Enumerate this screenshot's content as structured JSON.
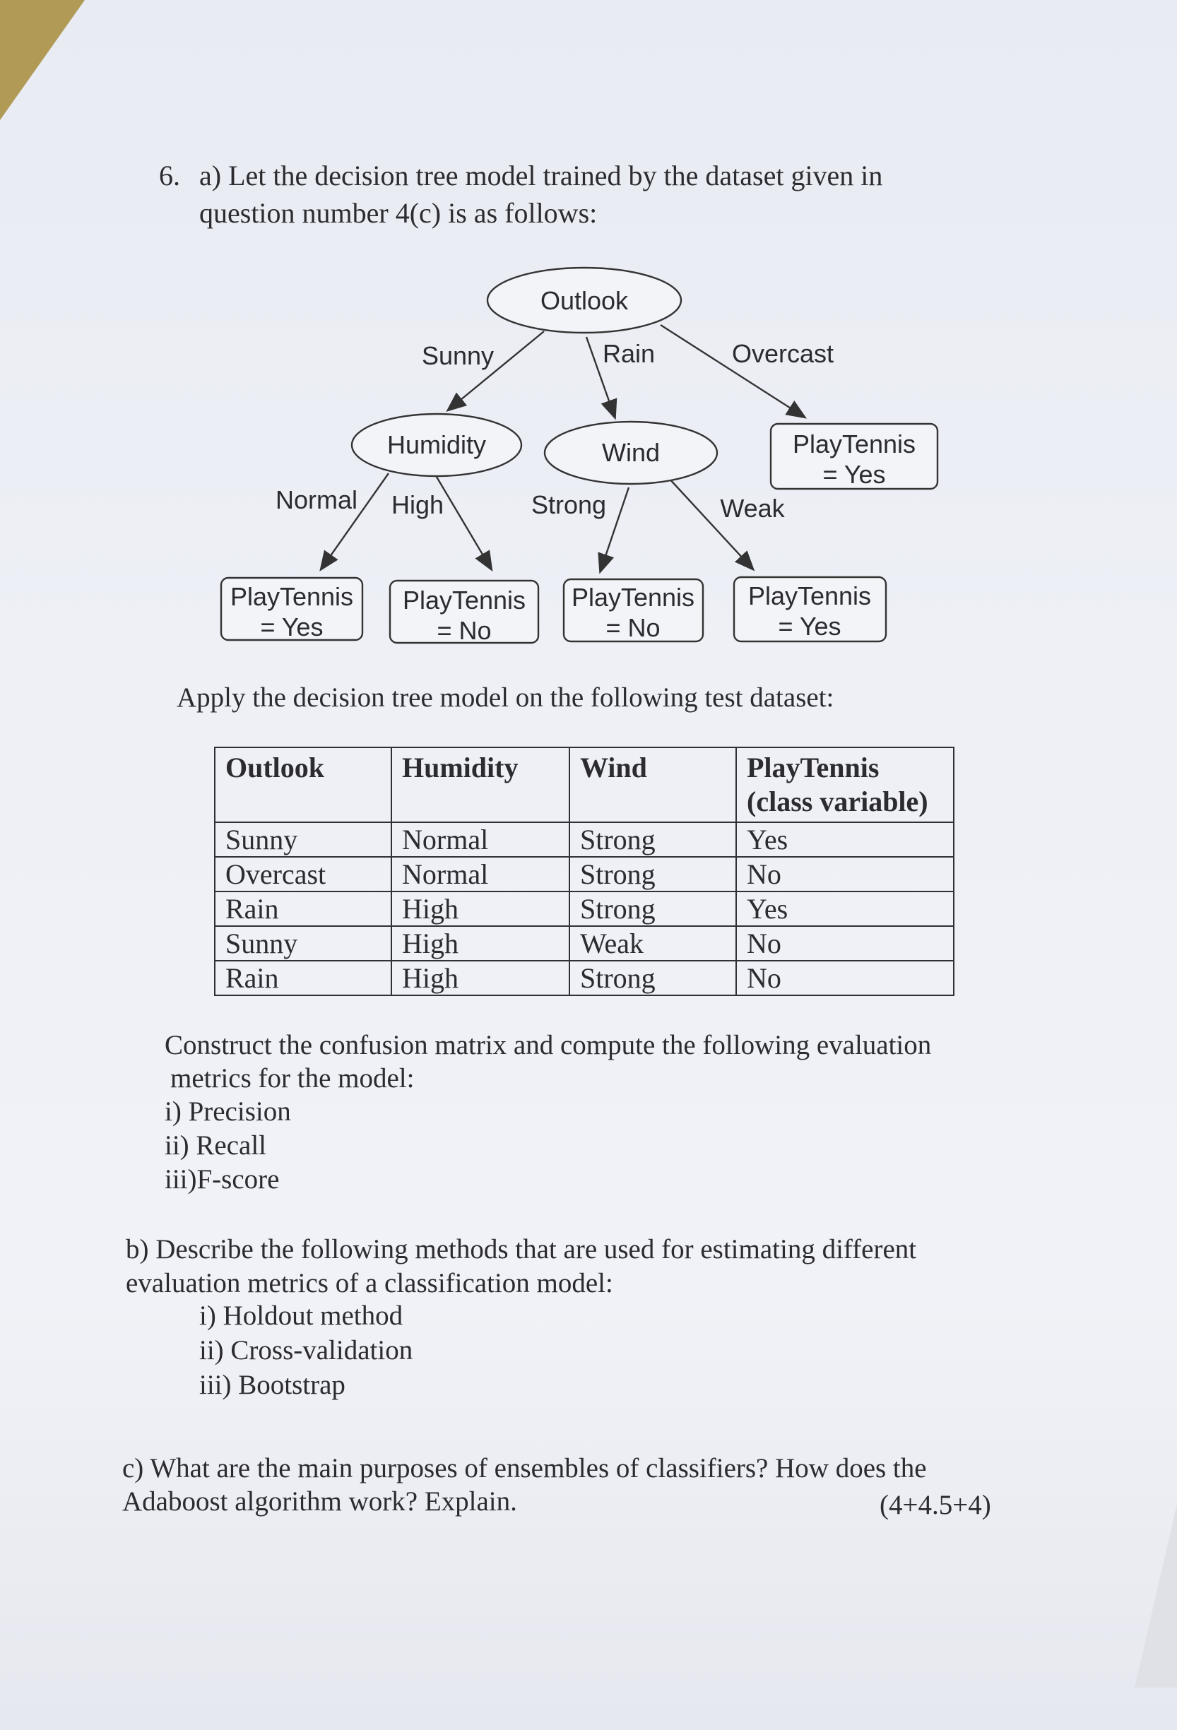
{
  "question": {
    "number": "6.",
    "part_a": {
      "line1": "a) Let the decision tree model trained by the dataset given in",
      "line2": "question number 4(c) is as follows:",
      "apply_text": "Apply the decision tree model on the following test dataset:",
      "construct_line1": "Construct the confusion matrix and compute the following evaluation",
      "construct_line2": "metrics for the model:",
      "metrics": [
        "i)  Precision",
        "ii) Recall",
        "iii)F-score"
      ]
    },
    "part_b": {
      "line1": "b) Describe the following methods that are used for estimating different",
      "line2": "evaluation metrics of a classification model:",
      "methods": [
        "i) Holdout method",
        "ii) Cross-validation",
        "iii) Bootstrap"
      ]
    },
    "part_c": {
      "line1": "c) What are the main purposes of ensembles of classifiers? How does the",
      "line2": "Adaboost algorithm work? Explain.",
      "marks": "(4+4.5+4)"
    }
  },
  "tree": {
    "root": "Outlook",
    "humidity": "Humidity",
    "wind": "Wind",
    "edges": {
      "sunny": "Sunny",
      "rain": "Rain",
      "overcast": "Overcast",
      "normal": "Normal",
      "high": "High",
      "strong": "Strong",
      "weak": "Weak"
    },
    "leaves": {
      "overcast": [
        "PlayTennis",
        "= Yes"
      ],
      "normal": [
        "PlayTennis",
        "= Yes"
      ],
      "high": [
        "PlayTennis",
        "= No"
      ],
      "strong": [
        "PlayTennis",
        "= No"
      ],
      "weak": [
        "PlayTennis",
        "= Yes"
      ]
    }
  },
  "test_table": {
    "headers": [
      "Outlook",
      "Humidity",
      "Wind",
      "PlayTennis"
    ],
    "header_sub": "(class variable)",
    "rows": [
      [
        "Sunny",
        "Normal",
        "Strong",
        "Yes"
      ],
      [
        "Overcast",
        "Normal",
        "Strong",
        "No"
      ],
      [
        "Rain",
        "High",
        "Strong",
        "Yes"
      ],
      [
        "Sunny",
        "High",
        "Weak",
        "No"
      ],
      [
        "Rain",
        "High",
        "Strong",
        "No"
      ]
    ]
  }
}
